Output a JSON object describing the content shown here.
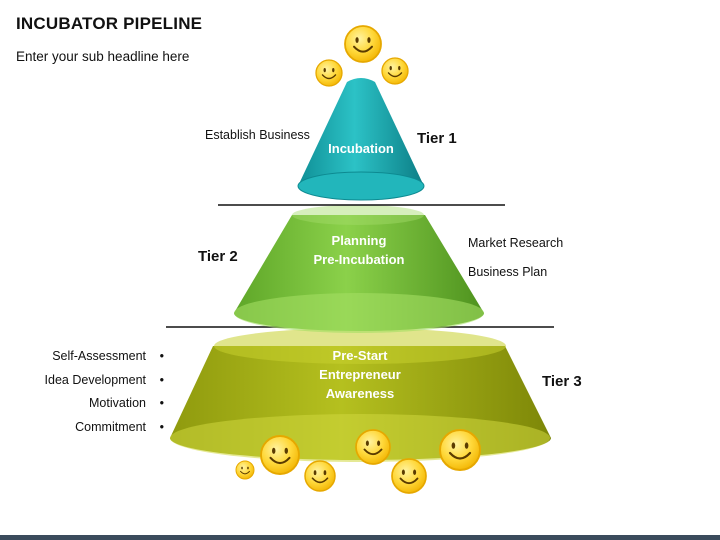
{
  "header": {
    "title": "INCUBATOR PIPELINE",
    "subtitle": "Enter your sub headline here"
  },
  "tiers": [
    {
      "tier_label": "Tier 1",
      "lines": [
        "Incubation"
      ],
      "side_labels": [
        "Establish Business"
      ],
      "color": "#1eb3b8"
    },
    {
      "tier_label": "Tier 2",
      "lines": [
        "Planning",
        "Pre-Incubation"
      ],
      "side_labels": [
        "Market Research",
        "Business Plan"
      ],
      "color": "#7cc242"
    },
    {
      "tier_label": "Tier 3",
      "lines": [
        "Pre-Start",
        "Entrepreneur",
        "Awareness"
      ],
      "side_labels": [
        "Self-Assessment",
        "Idea Development",
        "Motivation",
        "Commitment"
      ],
      "color": "#a9b417"
    }
  ],
  "colors": {
    "smiley_fill": "#ffd83a",
    "smiley_stroke": "#e6a800",
    "divider": "#111111",
    "footer_bar": "#3b4b5c"
  },
  "icons": [
    "smiley-face-icon"
  ]
}
